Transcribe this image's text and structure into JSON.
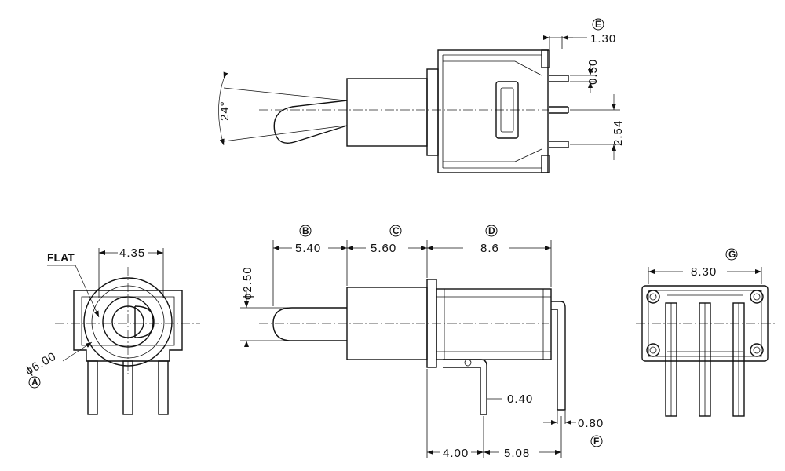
{
  "callouts": {
    "A": "A",
    "B": "B",
    "C": "C",
    "D": "D",
    "E": "E",
    "F": "F",
    "G": "G"
  },
  "top_view": {
    "angle": "24°",
    "dim_1_30": "1.30",
    "dim_0_50": "0.50",
    "dim_2_54": "2.54"
  },
  "side_view": {
    "dim_5_40": "5.40",
    "dim_5_60": "5.60",
    "dim_8_6": "8.6",
    "dim_dia_2_50": "ϕ2.50",
    "dim_0_40": "0.40",
    "dim_0_80": "0.80",
    "dim_4_00": "4.00",
    "dim_5_08": "5.08"
  },
  "front_view": {
    "dim_4_35": "4.35",
    "flat_label": "FLAT",
    "dim_dia_6_00": "ϕ6.00"
  },
  "rear_view": {
    "dim_8_30": "8.30"
  }
}
